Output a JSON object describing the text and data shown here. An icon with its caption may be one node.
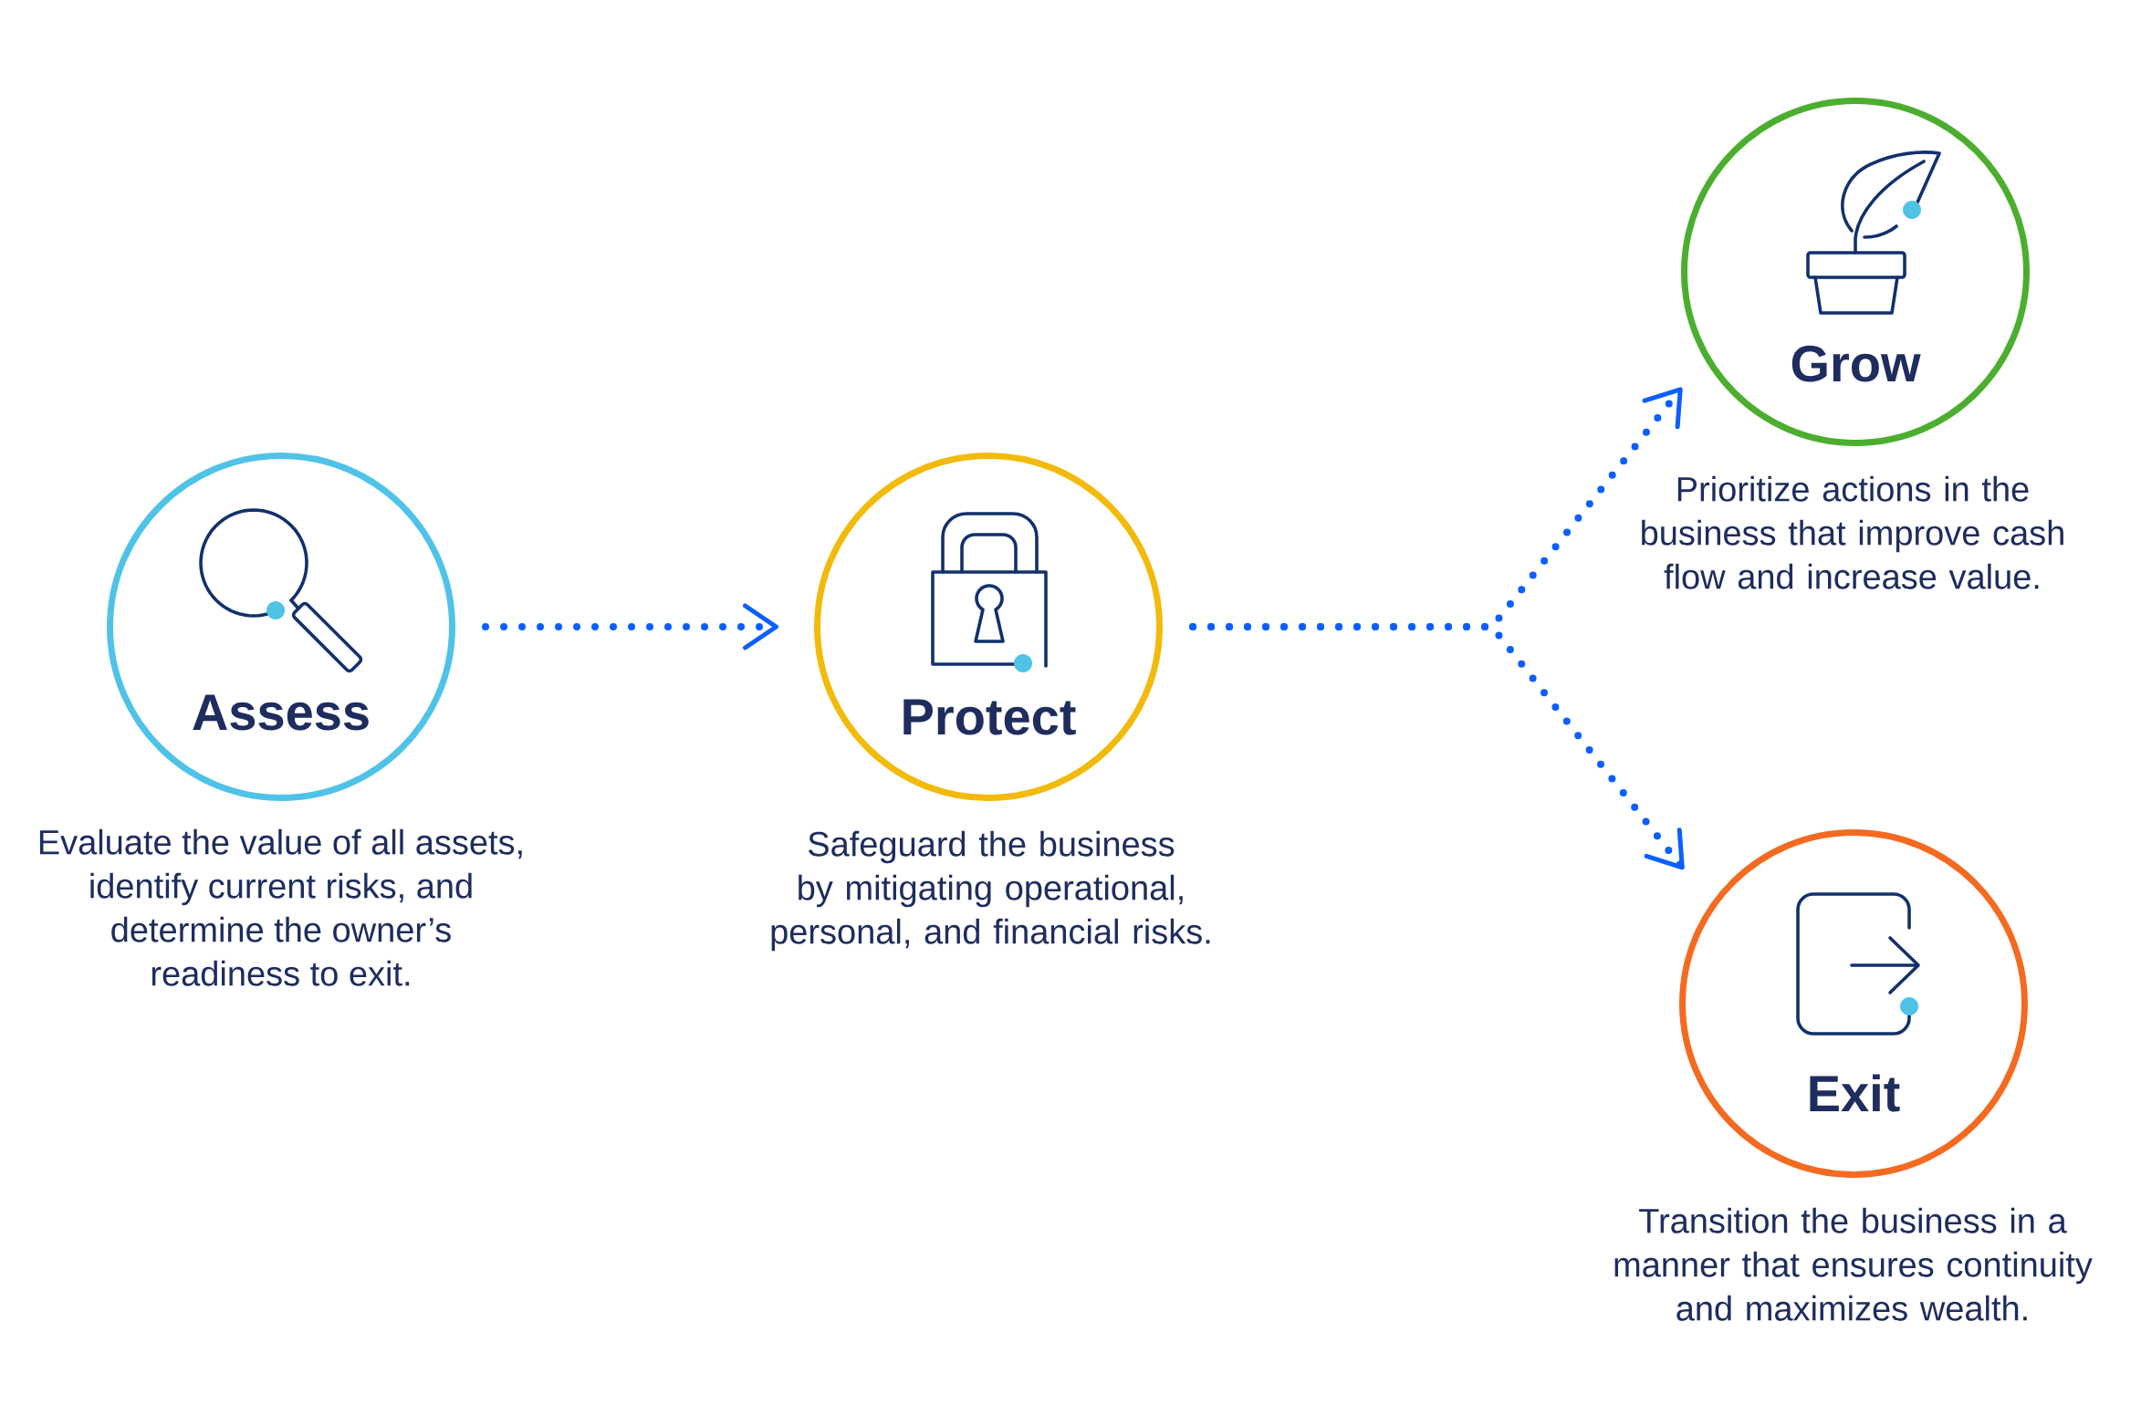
{
  "diagram": {
    "nodes": [
      {
        "text": [
          "Assess"
        ],
        "beside": [
          "Evaluate the value of all assets, identify current risks, and determine the owner’s readiness to exit."
        ]
      },
      {
        "text": [
          "Protect"
        ],
        "beside": [
          "Safeguard the business by mitigating operational, personal, and financial risks."
        ]
      },
      {
        "text": [
          "Grow"
        ],
        "beside": [
          "Prioritize actions in the business that improve cash flow and increase value."
        ]
      },
      {
        "text": [
          "Exit"
        ],
        "beside": [
          "Transition the business in a manner that ensures continuity and maximizes wealth."
        ]
      }
    ],
    "edges": [
      {
        "from": 0,
        "to": 1,
        "arrow": "to"
      },
      {
        "from": 1,
        "to": 2,
        "arrow": "to"
      },
      {
        "from": 1,
        "to": 3,
        "arrow": "to"
      }
    ]
  }
}
